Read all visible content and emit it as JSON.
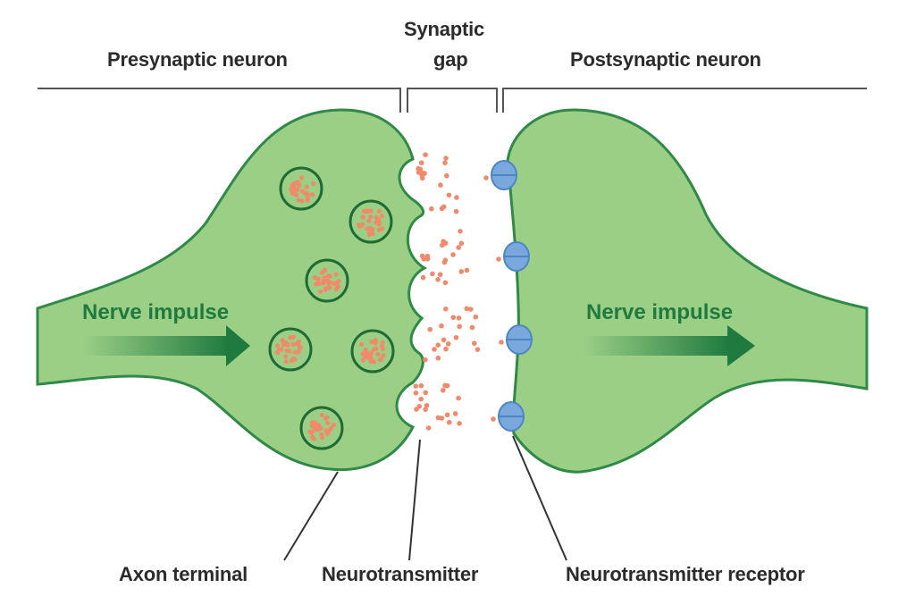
{
  "title_labels": {
    "presynaptic": "Presynaptic neuron",
    "gap_line1": "Synaptic",
    "gap_line2": "gap",
    "postsynaptic": "Postsynaptic neuron"
  },
  "nerve_impulse_left": "Nerve impulse",
  "nerve_impulse_right": "Nerve impulse",
  "callouts": {
    "axon_terminal": "Axon terminal",
    "neurotransmitter": "Neurotransmitter",
    "receptor": "Neurotransmitter receptor"
  },
  "colors": {
    "cell_fill": "#9ccf86",
    "cell_stroke": "#2e8a46",
    "arrow_dark": "#1f7a3f",
    "neurotransmitter": "#f08a6a",
    "receptor": "#7aa8dc",
    "receptor_stroke": "#4d86c6",
    "bracket": "#555555",
    "text": "#2b2b2b"
  },
  "vesicle_count": 6,
  "receptor_count": 4
}
